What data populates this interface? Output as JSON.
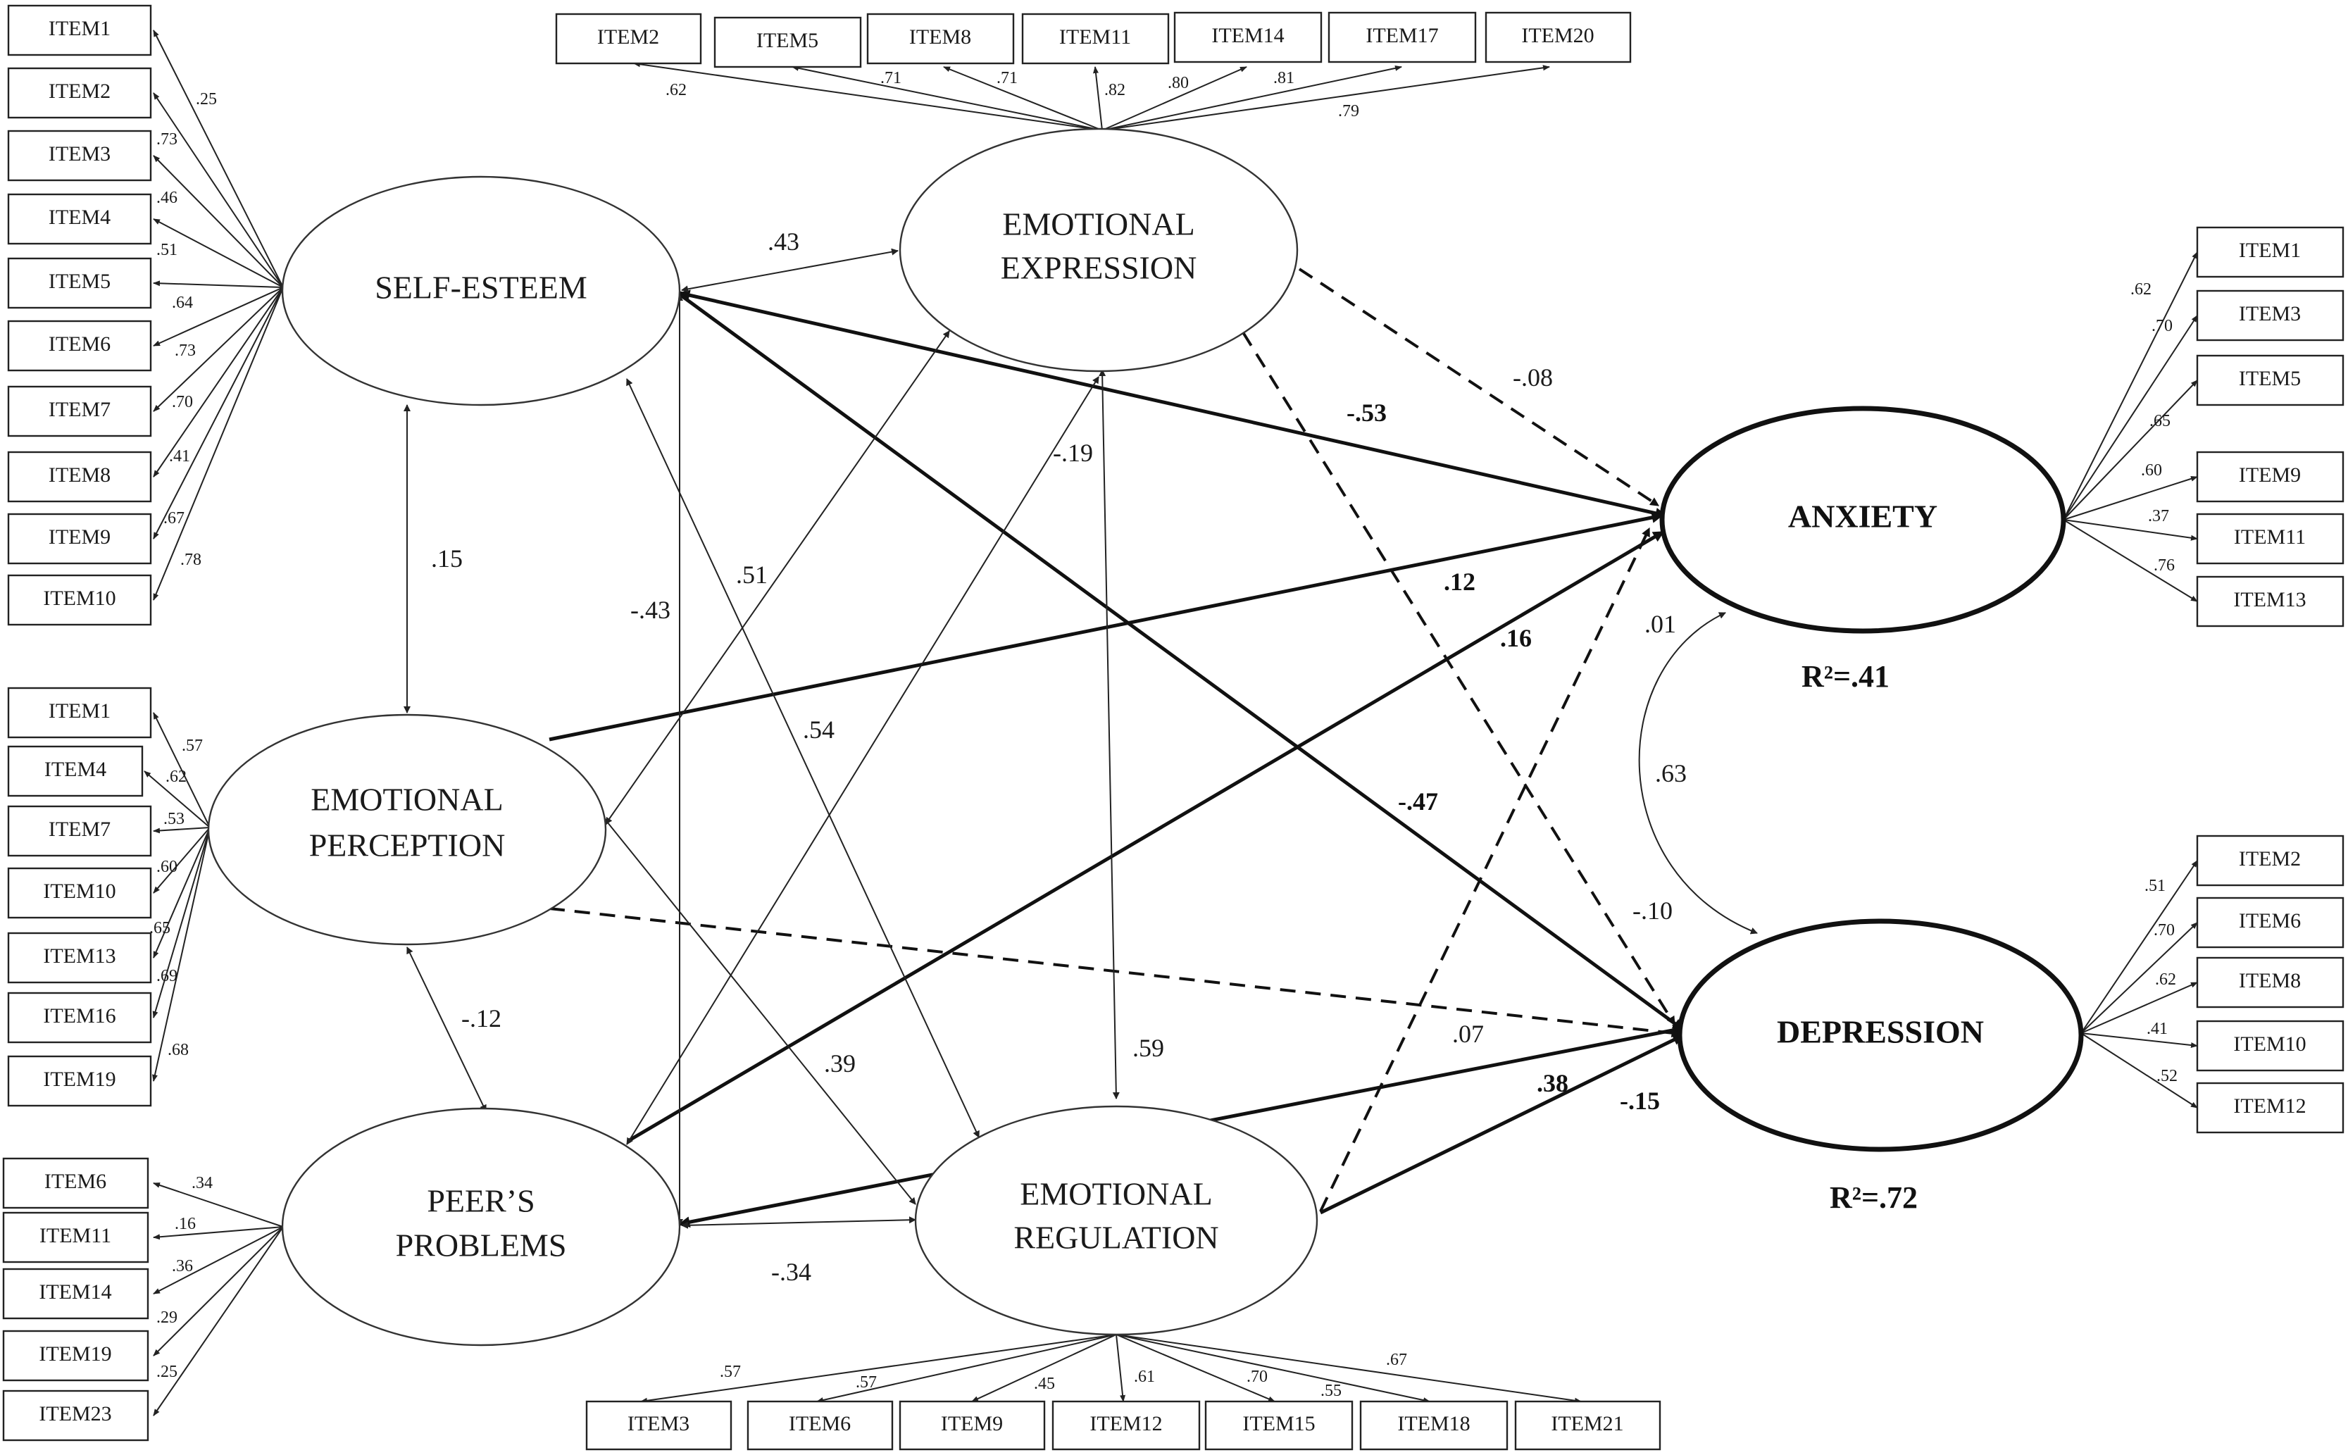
{
  "latents": {
    "self_esteem": "SELF-ESTEEM",
    "emotional_expression": [
      "EMOTIONAL",
      "EXPRESSION"
    ],
    "emotional_perception": [
      "EMOTIONAL",
      "PERCEPTION"
    ],
    "peers_problems": [
      "PEER’S",
      "PROBLEMS"
    ],
    "emotional_regulation": [
      "EMOTIONAL",
      "REGULATION"
    ],
    "anxiety": "ANXIETY",
    "depression": "DEPRESSION"
  },
  "indicators": {
    "self_esteem": {
      "items": [
        "ITEM1",
        "ITEM2",
        "ITEM3",
        "ITEM4",
        "ITEM5",
        "ITEM6",
        "ITEM7",
        "ITEM8",
        "ITEM9",
        "ITEM10"
      ],
      "loadings": [
        ".25",
        ".73",
        ".46",
        ".51",
        ".64",
        ".73",
        ".70",
        ".41",
        ".67",
        ".78"
      ]
    },
    "emotional_expression": {
      "items": [
        "ITEM2",
        "ITEM5",
        "ITEM8",
        "ITEM11",
        "ITEM14",
        "ITEM17",
        "ITEM20"
      ],
      "loadings": [
        ".62",
        ".71",
        ".71",
        ".82",
        ".80",
        ".81",
        ".79"
      ]
    },
    "emotional_perception": {
      "items": [
        "ITEM1",
        "ITEM4",
        "ITEM7",
        "ITEM10",
        "ITEM13",
        "ITEM16",
        "ITEM19"
      ],
      "loadings": [
        ".57",
        ".62",
        ".53",
        ".60",
        ".65",
        ".69",
        ".68"
      ]
    },
    "peers_problems": {
      "items": [
        "ITEM6",
        "ITEM11",
        "ITEM14",
        "ITEM19",
        "ITEM23"
      ],
      "loadings": [
        ".34",
        ".16",
        ".36",
        ".29",
        ".25"
      ]
    },
    "emotional_regulation": {
      "items": [
        "ITEM3",
        "ITEM6",
        "ITEM9",
        "ITEM12",
        "ITEM15",
        "ITEM18",
        "ITEM21"
      ],
      "loadings": [
        ".57",
        ".57",
        ".45",
        ".61",
        ".70",
        ".55",
        ".67"
      ]
    },
    "anxiety": {
      "items": [
        "ITEM1",
        "ITEM3",
        "ITEM5",
        "ITEM9",
        "ITEM11",
        "ITEM13"
      ],
      "loadings": [
        ".62",
        ".70",
        ".65",
        ".60",
        ".37",
        ".76"
      ]
    },
    "depression": {
      "items": [
        "ITEM2",
        "ITEM6",
        "ITEM8",
        "ITEM10",
        "ITEM12"
      ],
      "loadings": [
        ".51",
        ".70",
        ".62",
        ".41",
        ".52"
      ]
    }
  },
  "covariances": {
    "se_ee": ".43",
    "se_ep": ".15",
    "se_pp": "-.43",
    "se_er": ".51",
    "ee_ep": ".54",
    "ee_pp": "-.19",
    "ee_er": ".59",
    "ep_pp": "-.12",
    "ep_er": ".39",
    "pp_er": "-.34",
    "anx_dep_resid": ".01",
    "anx_dep": ".63"
  },
  "paths": {
    "ee_anx": "-.08",
    "se_anx": "-.53",
    "ep_anx": ".12",
    "pp_anx": ".16",
    "se_dep": "-.47",
    "ee_dep": "-.10",
    "ep_dep": ".07",
    "pp_dep": ".38",
    "er_anx": "-.15"
  },
  "r2": {
    "anxiety": "R²=.41",
    "depression": "R²=.72"
  }
}
